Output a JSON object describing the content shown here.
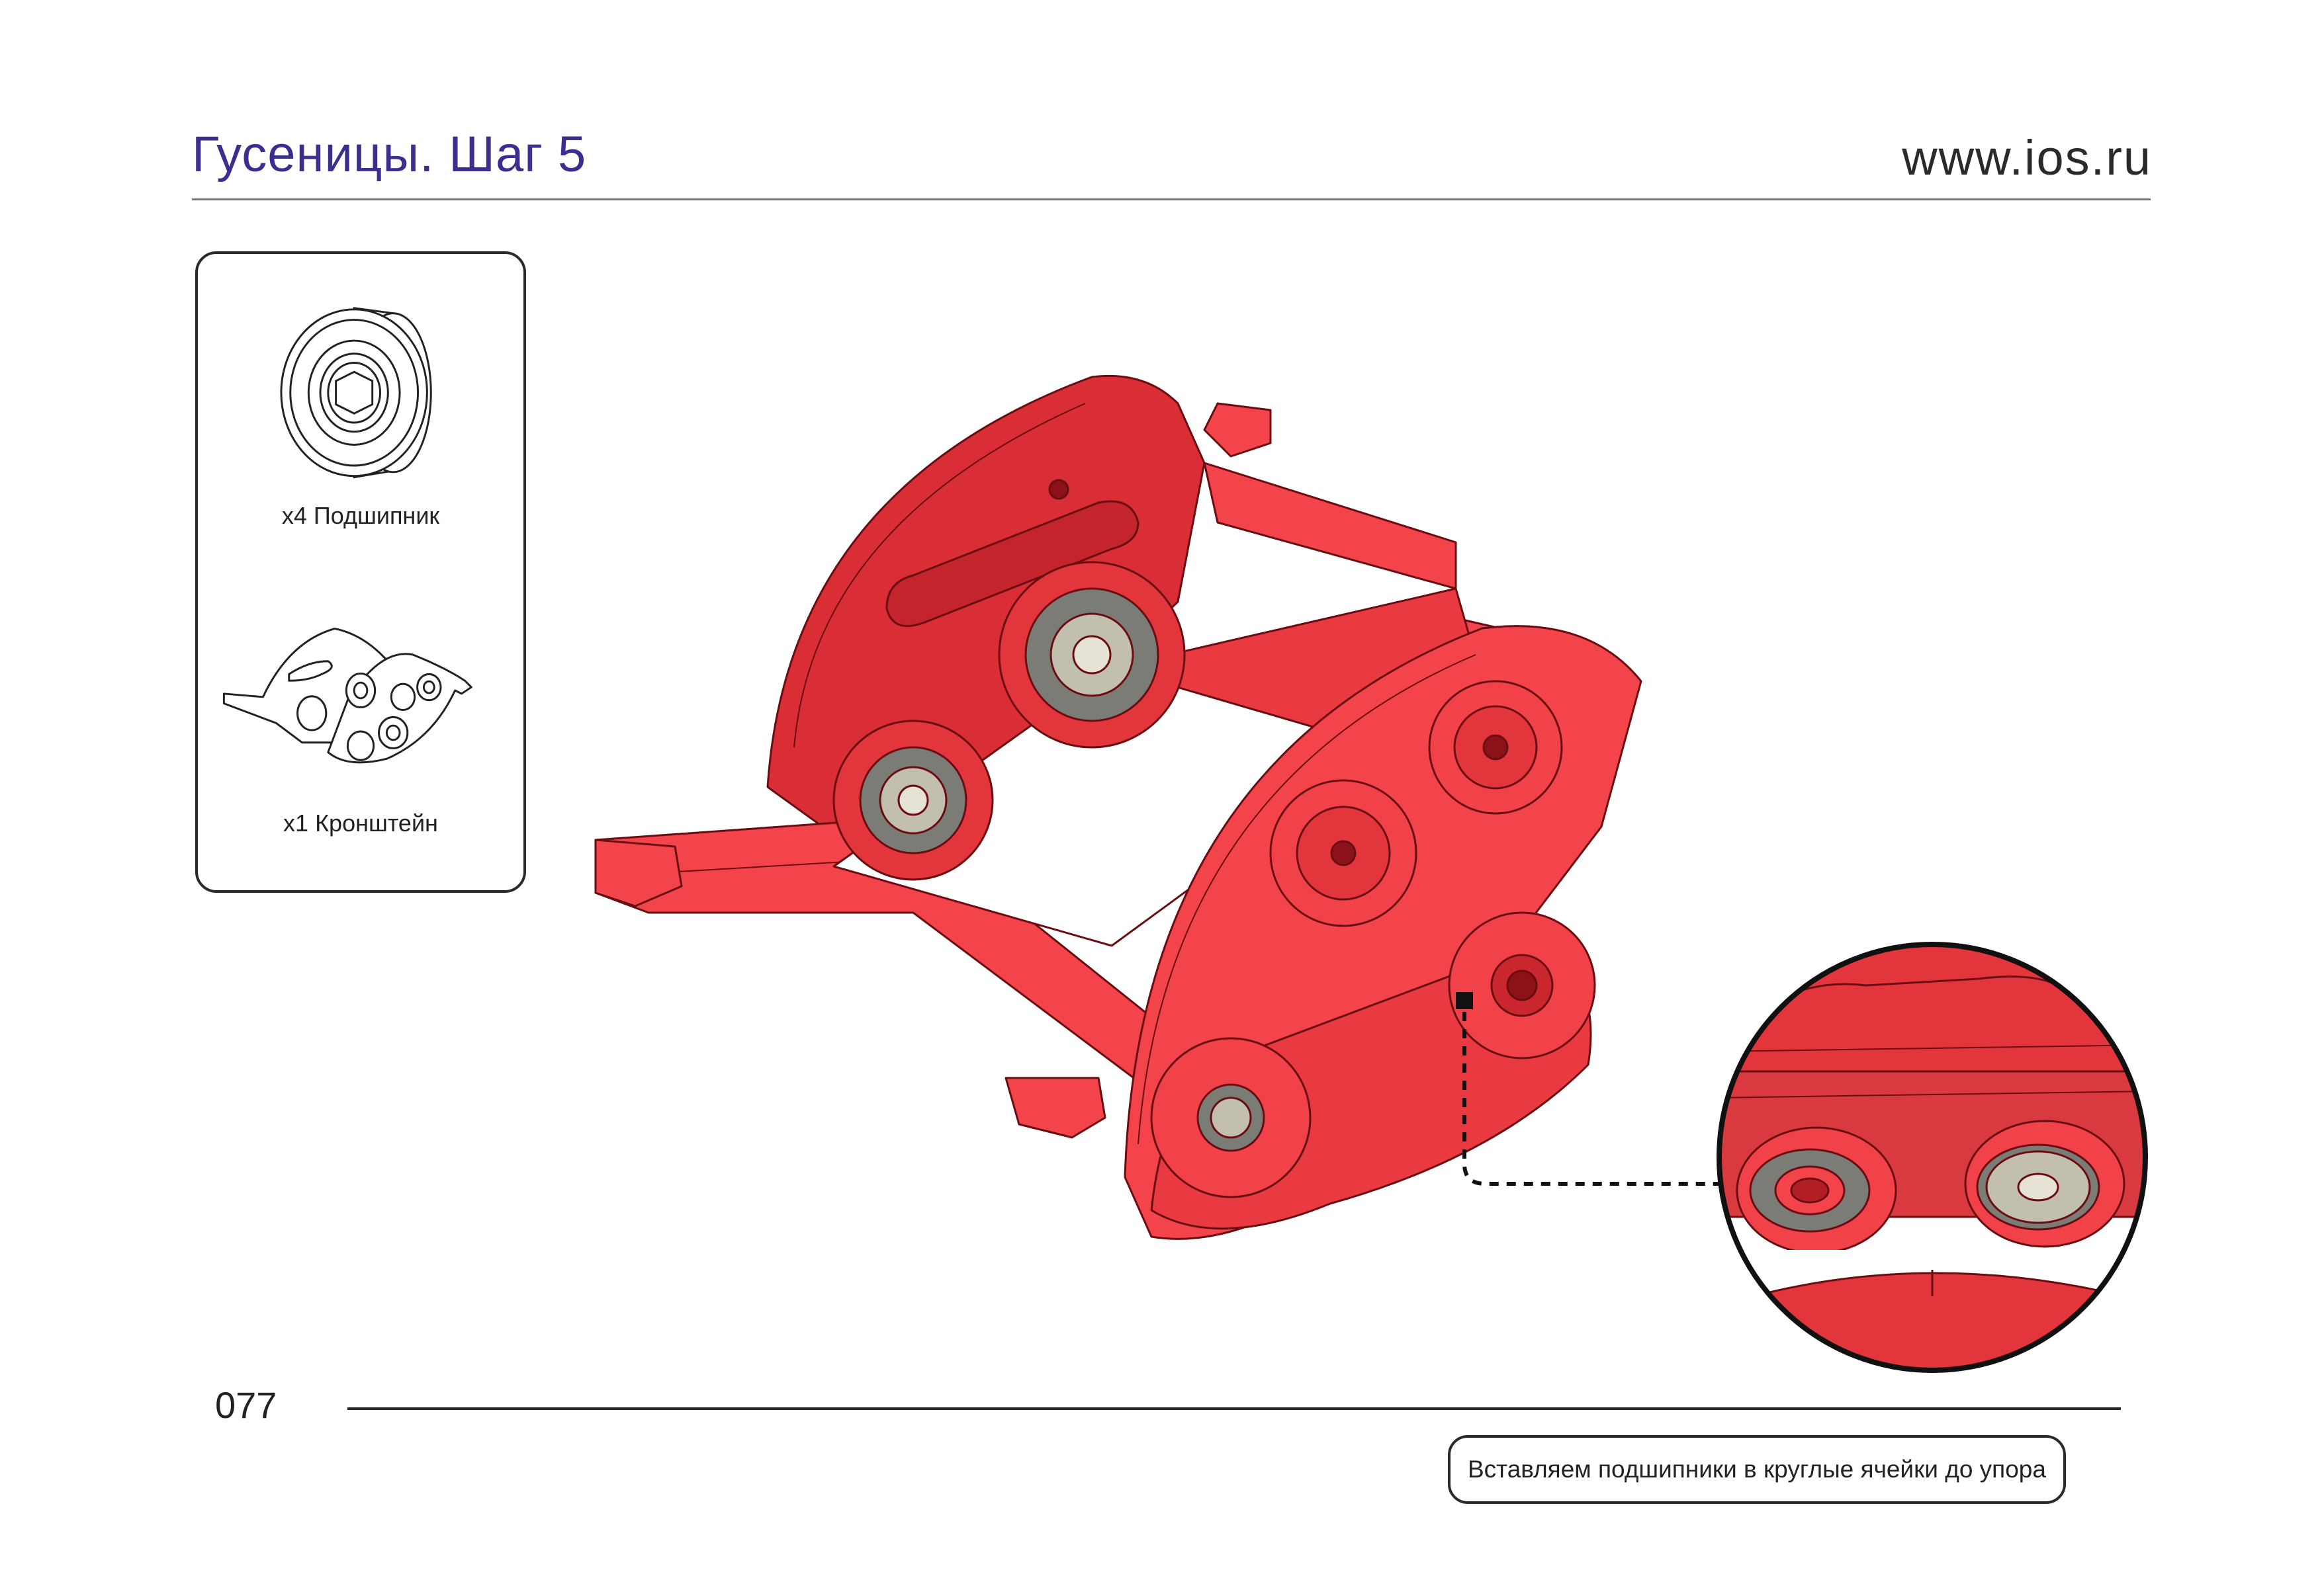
{
  "header": {
    "title": "Гусеницы. Шаг 5",
    "url": "www.ios.ru"
  },
  "parts": [
    {
      "label": "x4 Подшипник",
      "icon": "bearing-icon"
    },
    {
      "label": "x1 Кронштейн",
      "icon": "bracket-icon"
    }
  ],
  "colors": {
    "title": "#3a2f8f",
    "part_red": "#f2444a",
    "part_red_dark": "#c9262d",
    "bearing_grey": "#7c7c76",
    "bearing_light": "#c2bfae"
  },
  "footer": {
    "page_number": "077",
    "instruction": "Вставляем подшипники в круглые ячейки до упора"
  }
}
